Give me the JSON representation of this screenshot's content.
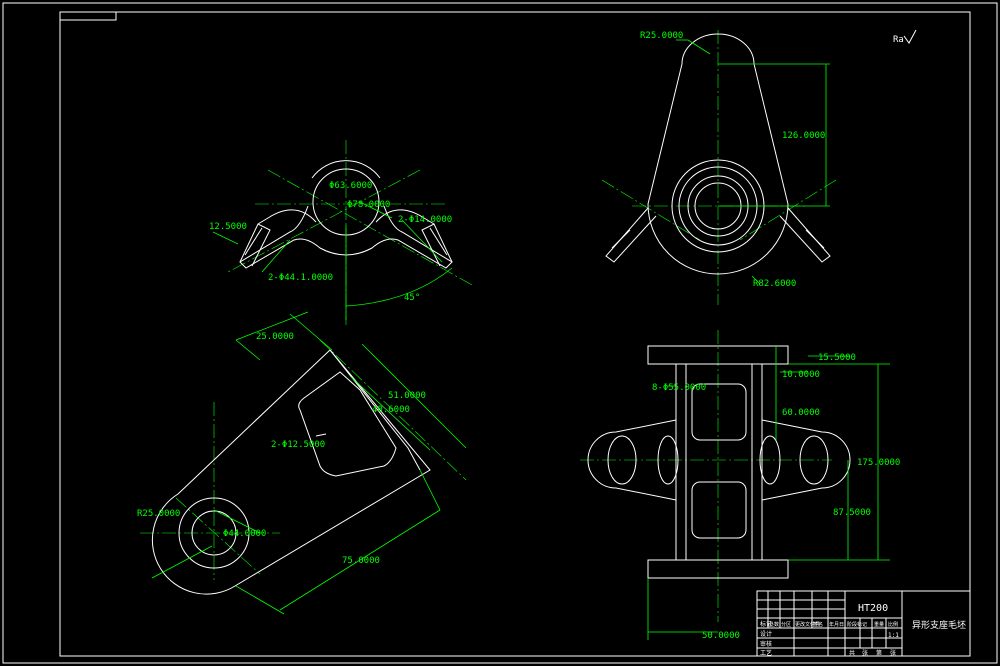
{
  "colors": {
    "background": "#000000",
    "geometry": "#ffffff",
    "dimensions": "#00ff00"
  },
  "drawing": {
    "surface_finish": "Ra",
    "dims": {
      "r25_top": "R25.0000",
      "d126": "126.0000",
      "r82": "R82.6000",
      "d63": "Φ63.6000",
      "d78": "Φ78.0000",
      "d12_5_top": "12.5000",
      "h2_14": "2-Φ14.0000",
      "h2_44": "2-Φ44.1.0000",
      "angle45": "45°",
      "d25": "25.0000",
      "d51": "51.0000",
      "d40_6": "40.6000",
      "h2_12_5": "2-Φ12.5000",
      "r25_left": "R25.0000",
      "d44": "Φ44.0000",
      "d75": "75.0000",
      "d15_5": "15.5000",
      "d10": "10.0000",
      "b55": "8-Φ55.0000",
      "d60": "60.0000",
      "d175": "175.0000",
      "d87_5": "87.5000",
      "d50": "50.0000"
    }
  },
  "title_block": {
    "material": "HT200",
    "part_name": "异形支座毛坯",
    "ratio": "1:1",
    "row_labels": [
      "标记",
      "设计",
      "审核",
      "工艺"
    ],
    "col_labels": [
      "处数",
      "分区",
      "更改文件号",
      "签名",
      "年月日"
    ],
    "stage_labels": [
      "阶段标记",
      "重量",
      "比例"
    ],
    "sheet_labels": [
      "共",
      "张",
      "第",
      "张"
    ]
  }
}
